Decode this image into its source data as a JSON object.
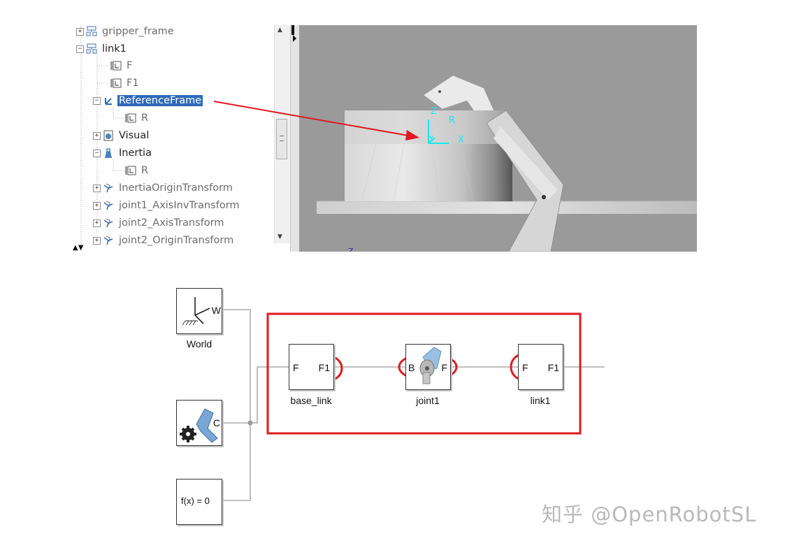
{
  "tree": {
    "items": [
      {
        "label": "gripper_frame",
        "icon": "frame-group-icon",
        "expander": "+"
      },
      {
        "label": "link1",
        "icon": "frame-group-icon",
        "expander": "-"
      },
      {
        "label": "F",
        "icon": "frame-port-icon"
      },
      {
        "label": "F1",
        "icon": "frame-port-icon"
      },
      {
        "label": "ReferenceFrame",
        "icon": "reference-frame-icon",
        "expander": "-",
        "selected": true
      },
      {
        "label": "R",
        "icon": "frame-port-icon"
      },
      {
        "label": "Visual",
        "icon": "visual-icon",
        "expander": "+"
      },
      {
        "label": "Inertia",
        "icon": "inertia-icon",
        "expander": "-"
      },
      {
        "label": "R",
        "icon": "frame-port-icon"
      },
      {
        "label": "InertiaOriginTransform",
        "icon": "transform-icon",
        "expander": "+"
      },
      {
        "label": "joint1_AxisInvTransform",
        "icon": "transform-icon",
        "expander": "+"
      },
      {
        "label": "joint2_AxisTransform",
        "icon": "transform-icon",
        "expander": "+"
      },
      {
        "label": "joint2_OriginTransform",
        "icon": "transform-icon",
        "expander": "+"
      }
    ]
  },
  "viewport": {
    "axis_labels": {
      "z": "Z",
      "r": "R",
      "y": "Y",
      "x": "X",
      "bottom_z": "Z"
    }
  },
  "diagram": {
    "world": {
      "label": "World",
      "port": "W"
    },
    "config": {
      "port": "C"
    },
    "solver": {
      "text": "f(x) = 0"
    },
    "base_link": {
      "label": "base_link",
      "port_in": "F",
      "port_out": "F1"
    },
    "joint1": {
      "label": "joint1",
      "port_in": "B",
      "port_out": "F"
    },
    "link1": {
      "label": "link1",
      "port_in": "F",
      "port_out": "F1"
    }
  },
  "colors": {
    "highlight_red": "#e0191e",
    "selection_blue": "#2f6ab8",
    "axis_cyan": "#18e6f0"
  },
  "watermark": "知乎 @OpenRobotSL"
}
